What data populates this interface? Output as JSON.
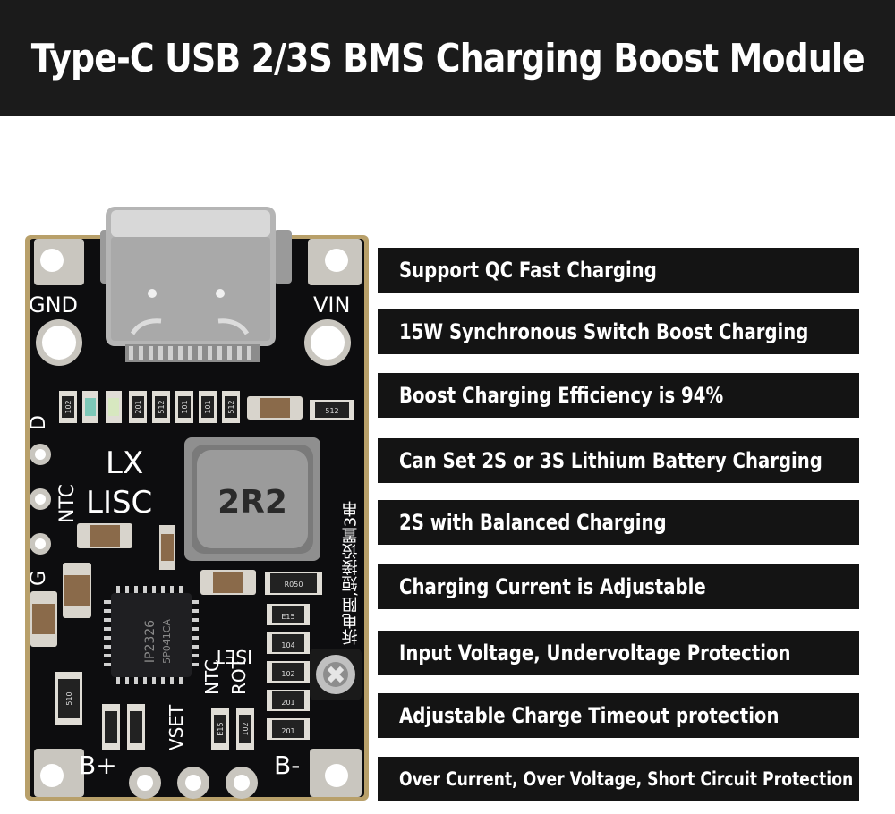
{
  "title": "Type-C USB 2/3S BMS Charging Boost Module",
  "board": {
    "gnd_label": "GND",
    "vin_label": "VIN",
    "d_label": "D",
    "ntc_label": "NTC",
    "g_label": "G",
    "lx_label": "LX",
    "lisc_label": "LISC",
    "inductor_marking": "2R2",
    "chip_marking_1": "IP2326",
    "chip_marking_2": "5P041CA",
    "iset_label": "ISET",
    "ntc_label_2": "NTC",
    "rot_label": "ROT",
    "vset_label": "VSET",
    "bplus_label": "B+",
    "bminus_label": "B-",
    "cn_note": "拆电阻,短接设置3串",
    "r_codes": [
      "102",
      "201",
      "512",
      "101",
      "101",
      "512",
      "512",
      "R050",
      "E15",
      "104",
      "102",
      "201",
      "201",
      "510",
      "E15",
      "102"
    ]
  },
  "features": [
    "Support QC Fast Charging",
    "15W Synchronous Switch Boost Charging",
    "Boost Charging Efficiency is 94%",
    "Can Set 2S or 3S Lithium Battery Charging",
    "2S with Balanced Charging",
    "Charging Current is Adjustable",
    "Input Voltage, Undervoltage Protection",
    "Adjustable Charge Timeout protection",
    "Over Current, Over Voltage, Short Circuit Protection"
  ]
}
